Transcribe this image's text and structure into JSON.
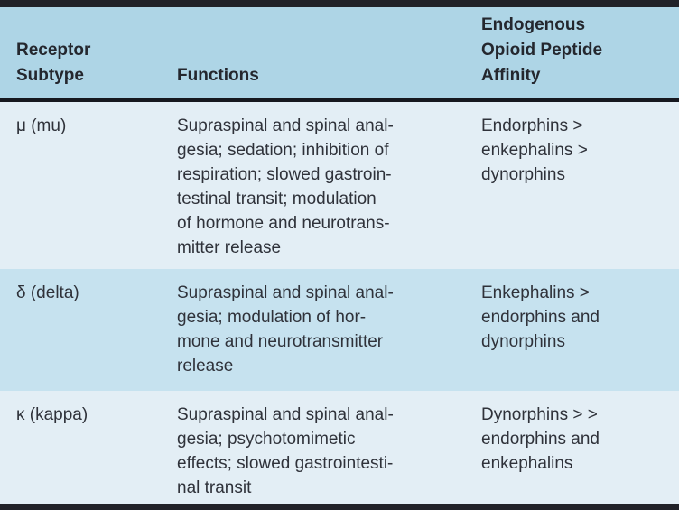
{
  "table": {
    "header": {
      "receptor_subtype": "Receptor\nSubtype",
      "functions": "Functions",
      "affinity": "Endogenous\nOpioid Peptide\nAffinity"
    },
    "rows": [
      {
        "receptor": "μ (mu)",
        "functions": "Supraspinal and spinal anal-\ngesia; sedation; inhibition of\nrespiration; slowed gastroin-\ntestinal transit; modulation\nof hormone and neurotrans-\nmitter release",
        "affinity": "Endorphins >\nenkephalins >\ndynorphins"
      },
      {
        "receptor": "δ (delta)",
        "functions": "Supraspinal and spinal anal-\ngesia; modulation of hor-\nmone and neurotransmitter\nrelease",
        "affinity": "Enkephalins >\nendorphins and\ndynorphins"
      },
      {
        "receptor": "κ (kappa)",
        "functions": "Supraspinal and spinal anal-\ngesia; psychotomimetic\neffects; slowed gastrointesti-\nnal transit",
        "affinity": "Dynorphins > >\nendorphins and\nenkephalins"
      }
    ]
  },
  "colors": {
    "header_background": "#aed5e6",
    "row_light_background": "#e3eef5",
    "row_medium_background": "#c6e2ef",
    "rule_dark": "#212228",
    "text": "#2f323a"
  }
}
